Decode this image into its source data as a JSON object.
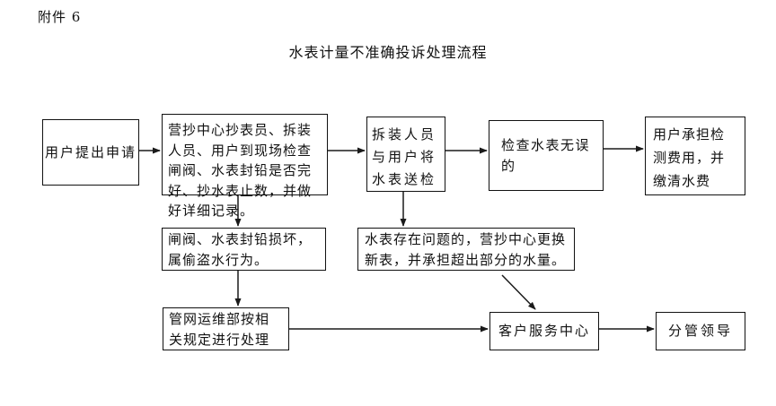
{
  "page": {
    "attachment_label": "附件 6",
    "title": "水表计量不准确投诉处理流程"
  },
  "flowchart": {
    "nodes": [
      {
        "id": "apply",
        "text": "用户提出申请"
      },
      {
        "id": "site-check",
        "text": "营抄中心抄表员、拆装人员、用户到现场检查闸阀、水表封铅是否完好、抄水表止数，并做好详细记录。"
      },
      {
        "id": "send-meter",
        "text": "拆装人员与用户将水表送检"
      },
      {
        "id": "meter-ok",
        "text": "检查水表无误的"
      },
      {
        "id": "user-pays",
        "text": "用户承担检测费用，并缴清水费"
      },
      {
        "id": "theft",
        "text": "闸阀、水表封铅损坏，属偷盗水行为。"
      },
      {
        "id": "meter-problem",
        "text": "水表存在问题的，营抄中心更换新表，并承担超出部分的水量。"
      },
      {
        "id": "pipeline-dept",
        "text": "管网运维部按相关规定进行处理"
      },
      {
        "id": "customer-service",
        "text": "客户服务中心"
      },
      {
        "id": "leader",
        "text": "分管领导"
      }
    ],
    "edges": [
      {
        "from": "apply",
        "to": "site-check"
      },
      {
        "from": "site-check",
        "to": "send-meter"
      },
      {
        "from": "send-meter",
        "to": "meter-ok"
      },
      {
        "from": "meter-ok",
        "to": "user-pays"
      },
      {
        "from": "site-check",
        "to": "theft"
      },
      {
        "from": "theft",
        "to": "pipeline-dept"
      },
      {
        "from": "send-meter",
        "to": "meter-problem"
      },
      {
        "from": "meter-problem",
        "to": "customer-service"
      },
      {
        "from": "pipeline-dept",
        "to": "customer-service"
      },
      {
        "from": "customer-service",
        "to": "leader"
      }
    ],
    "line_color": "#1a1a1a"
  }
}
